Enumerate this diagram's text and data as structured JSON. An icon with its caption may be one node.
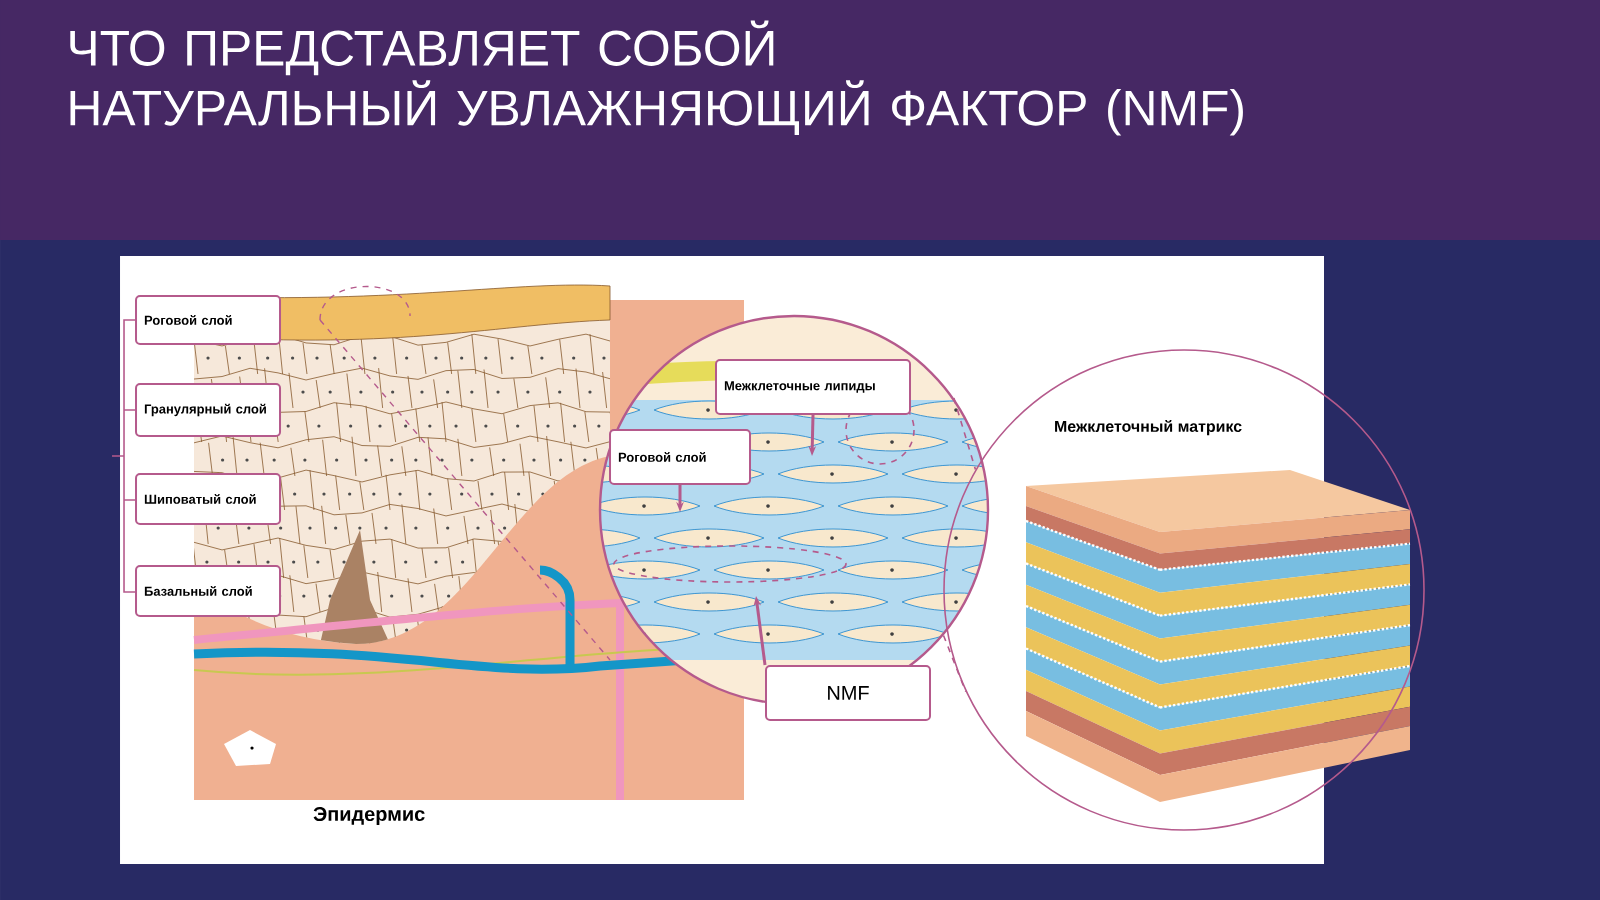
{
  "diagram": {
    "title": "ЧТО ПРЕДСТАВЛЯЕТ СОБОЙ НАТУРАЛЬНЫЙ УВЛАЖНЯЮЩИЙ ФАКТОР (NMF)",
    "nodes": [
      {
        "text": [
          "Роговой слой"
        ]
      },
      {
        "text": [
          "Гранулярный слой"
        ]
      },
      {
        "text": [
          "Шиповатый слой"
        ]
      },
      {
        "text": [
          "Базальный слой"
        ]
      },
      {
        "text": [],
        "shape": "circle"
      },
      {
        "text": [
          "Межклеточные липиды"
        ],
        "in": 4
      },
      {
        "text": [
          "Роговой слой"
        ],
        "in": 4
      },
      {
        "text": [
          "NMF"
        ]
      },
      {
        "text": [
          "Межклеточный матрикс"
        ]
      }
    ],
    "edges": [
      {
        "from": 5,
        "to": null,
        "arrow": "to"
      },
      {
        "from": 6,
        "to": null,
        "arrow": "to"
      },
      {
        "from": 7,
        "to": null,
        "arrow": "to"
      },
      {
        "from": 4,
        "to": 8,
        "arrow": "none",
        "style": "dashed"
      },
      {
        "from": 4,
        "to": 8,
        "arrow": "none",
        "style": "dashed"
      }
    ],
    "labels": [
      "Эпидермис"
    ]
  }
}
